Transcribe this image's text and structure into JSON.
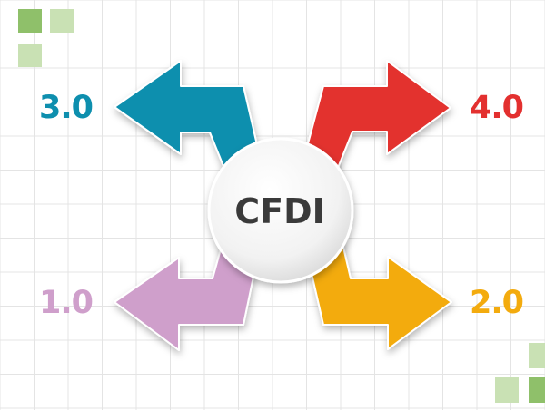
{
  "diagram": {
    "center": {
      "label": "CFDI"
    },
    "arrows": [
      {
        "id": "v3",
        "label": "3.0",
        "color": "#0e8fae"
      },
      {
        "id": "v4",
        "label": "4.0",
        "color": "#e3302f"
      },
      {
        "id": "v1",
        "label": "1.0",
        "color": "#cf9fcb"
      },
      {
        "id": "v2",
        "label": "2.0",
        "color": "#f3ab0e"
      }
    ]
  },
  "colors": {
    "grid": "#e4e4e4",
    "square_dark": "#8fc06a",
    "square_light": "#c9e1b4",
    "center_text": "#3a3a3a"
  }
}
